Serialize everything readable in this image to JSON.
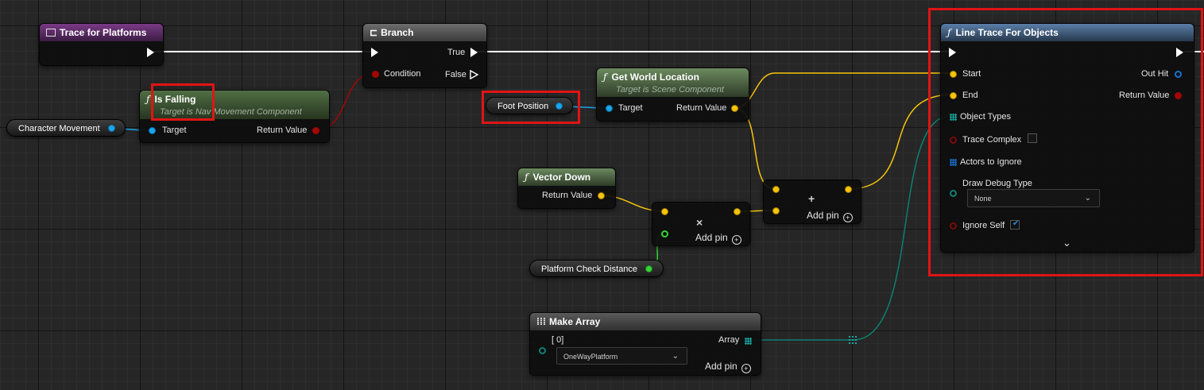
{
  "colors": {
    "background": "#262626",
    "exec_wire": "#ffffff",
    "object_wire": "#1aa5ea",
    "vector_wire": "#f6c40d",
    "bool_wire": "#a40606",
    "float_wire": "#35d435",
    "array_wire": "#0e7f72",
    "highlight": "#e01414"
  },
  "nodes": {
    "trace_for_platforms": {
      "title": "Trace for Platforms",
      "icon": "event-icon"
    },
    "branch": {
      "title": "Branch",
      "icon": "branch-icon",
      "condition": "Condition",
      "true_label": "True",
      "false_label": "False"
    },
    "is_falling": {
      "icon": "function-icon",
      "title": "Is Falling",
      "subtitle": "Target is Nav Movement Component",
      "target": "Target",
      "return_value": "Return Value"
    },
    "character_movement": {
      "label": "Character Movement"
    },
    "foot_position": {
      "label": "Foot Position"
    },
    "get_world_location": {
      "icon": "function-icon",
      "title": "Get World Location",
      "subtitle": "Target is Scene Component",
      "target": "Target",
      "return_value": "Return Value"
    },
    "vector_down": {
      "icon": "function-icon",
      "title": "Vector Down",
      "return_value": "Return Value"
    },
    "multiply": {
      "symbol": "×",
      "add_pin": "Add pin"
    },
    "add": {
      "symbol": "+",
      "add_pin": "Add pin"
    },
    "platform_check_distance": {
      "label": "Platform Check Distance"
    },
    "make_array": {
      "icon": "make-array-icon",
      "title": "Make Array",
      "index": "[ 0]",
      "array": "Array",
      "selected": "OneWayPlatform",
      "add_pin": "Add pin"
    },
    "line_trace": {
      "icon": "function-icon",
      "title": "Line Trace For Objects",
      "start": "Start",
      "end": "End",
      "out_hit": "Out Hit",
      "return_value": "Return Value",
      "object_types": "Object Types",
      "trace_complex": "Trace Complex",
      "trace_complex_checked": false,
      "actors_to_ignore": "Actors to Ignore",
      "draw_debug_type": "Draw Debug Type",
      "draw_debug_value": "None",
      "ignore_self": "Ignore Self",
      "ignore_self_checked": true,
      "expand_icon": "chevron-down-icon"
    }
  }
}
